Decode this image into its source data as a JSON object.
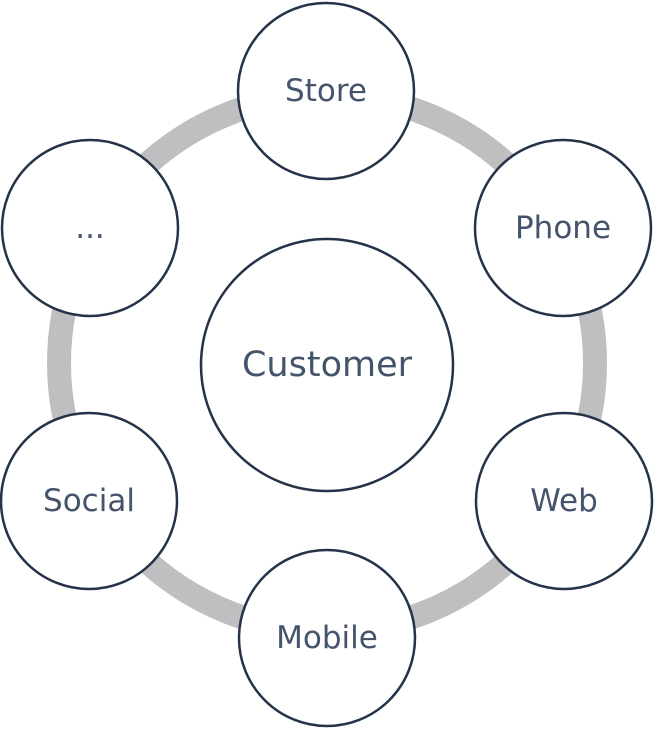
{
  "diagram": {
    "center": {
      "label": "Customer"
    },
    "channels": [
      {
        "id": "store",
        "label": "Store"
      },
      {
        "id": "phone",
        "label": "Phone"
      },
      {
        "id": "web",
        "label": "Web"
      },
      {
        "id": "mobile",
        "label": "Mobile"
      },
      {
        "id": "social",
        "label": "Social"
      },
      {
        "id": "more",
        "label": "..."
      }
    ],
    "colors": {
      "ring": "#bfbfc1",
      "outline": "#253348",
      "text": "#44546a"
    }
  }
}
